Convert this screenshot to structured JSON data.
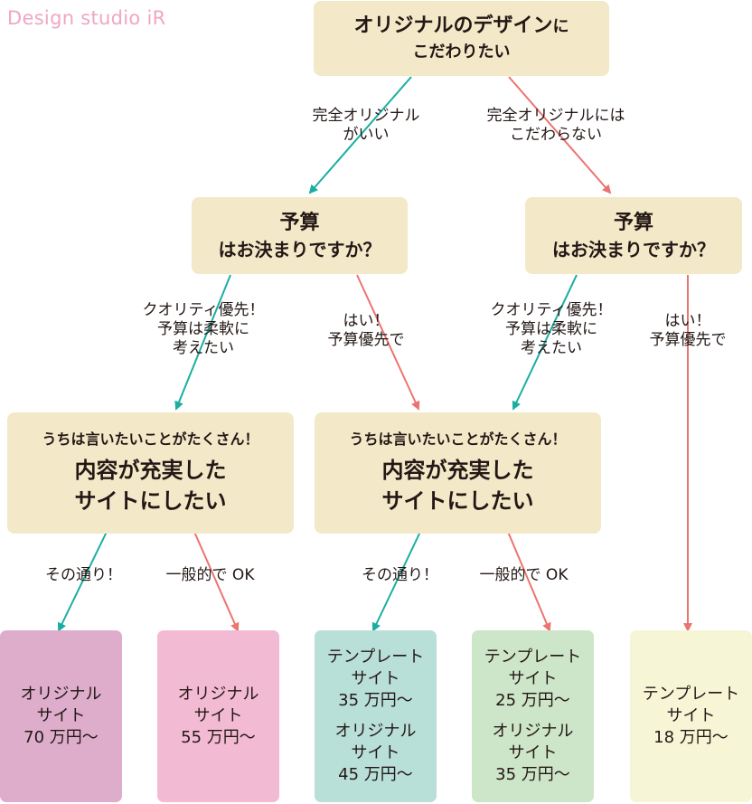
{
  "brand": "Design studio iR",
  "top_question": {
    "line1_big": "オリジナルのデザイン",
    "line1_small": "に",
    "line2": "こだわりたい"
  },
  "branch_left": [
    "完全オリジナル",
    "がいい"
  ],
  "branch_right": [
    "完全オリジナルには",
    "こだわらない"
  ],
  "budget_question": {
    "line1": "予算",
    "line2": "はお決まりですか？"
  },
  "quality_label": [
    "クオリティ優先！",
    "予算は柔軟に",
    "考えたい"
  ],
  "yes_label": [
    "はい！",
    "予算優先で"
  ],
  "content_question": {
    "small": "うちは言いたいことがたくさん！",
    "line1": "内容が充実した",
    "line2": "サイトにしたい"
  },
  "yes_content": "その通り！",
  "general_ok": "一般的で OK",
  "results": [
    {
      "lines": [
        "オリジナル",
        "サイト",
        "70 万円〜"
      ]
    },
    {
      "lines": [
        "オリジナル",
        "サイト",
        "55 万円〜"
      ]
    },
    {
      "lines": [
        "テンプレート",
        "サイト",
        "35 万円〜"
      ],
      "lines2": [
        "オリジナル",
        "サイト",
        "45 万円〜"
      ]
    },
    {
      "lines": [
        "テンプレート",
        "サイト",
        "25 万円〜"
      ],
      "lines2": [
        "オリジナル",
        "サイト",
        "35 万円〜"
      ]
    },
    {
      "lines": [
        "テンプレート",
        "サイト",
        "18 万円〜"
      ]
    }
  ],
  "colors": {
    "question_bg": "#f3e8c8",
    "teal_arrow": "#1aaea2",
    "red_arrow": "#ec7470",
    "result1": "#ddadcb",
    "result2": "#f3bbd3",
    "result3": "#b9dfd9",
    "result4": "#cde5c8",
    "result5": "#f6f6d6"
  }
}
